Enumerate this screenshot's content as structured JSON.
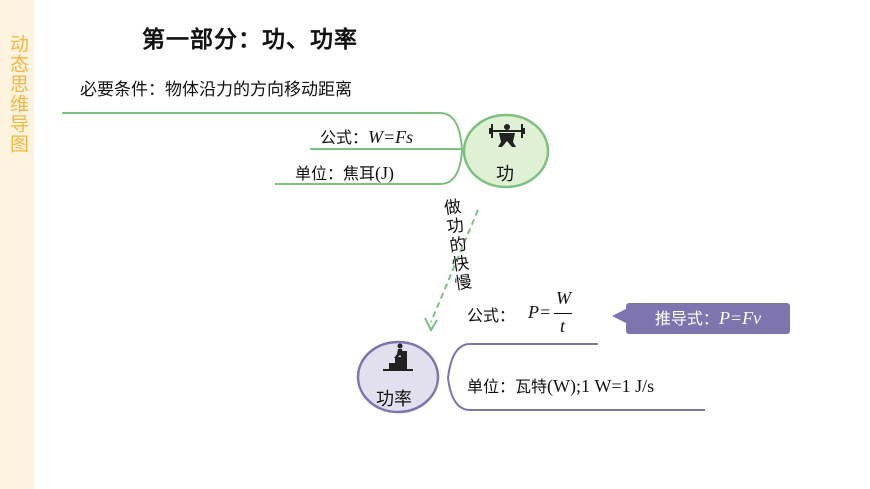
{
  "sidebar": {
    "label": "动态思维导图"
  },
  "title": "第一部分：功、功率",
  "work": {
    "condition": "必要条件：物体沿力的方向移动距离",
    "formula_label": "公式：",
    "formula": "W=Fs",
    "unit_label": "单位：焦耳",
    "unit_symbol": "(J)",
    "node_label": "功",
    "icon": "weightlifter-icon"
  },
  "link_text": "做功的快慢",
  "power": {
    "formula_label": "公式：",
    "formula_lhs": "P=",
    "formula_num": "W",
    "formula_den": "t",
    "unit_label": "单位：瓦特",
    "unit_rest": "(W);1 W=1 J/s",
    "node_label": "功率",
    "icon": "stairs-climber-icon",
    "derive_label": "推导式：",
    "derive_formula": "P=Fv"
  },
  "colors": {
    "sidebar_bg": "#fdf3de",
    "sidebar_text": "#f2b640",
    "work_green": "#7dc07f",
    "work_node_fill": "#dff0d4",
    "power_purple": "#7e74ae",
    "power_node_fill": "#e2e0ef"
  }
}
